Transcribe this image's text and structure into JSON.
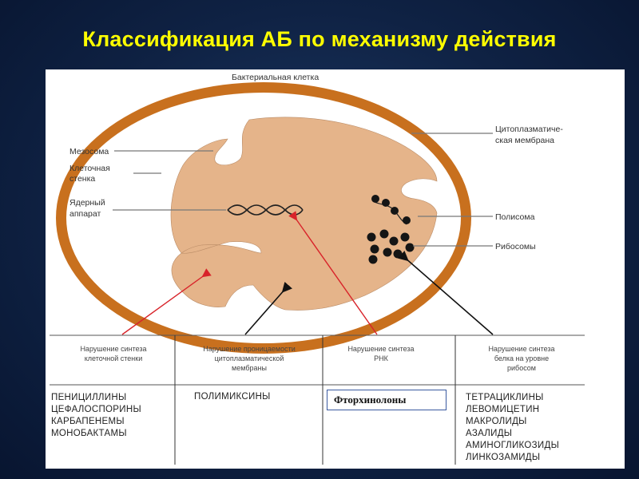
{
  "title": "Классификация АБ по механизму действия",
  "diagram": {
    "cell_title": "Бактериальная клетка",
    "labels": {
      "mesosome": "Мезосома",
      "cell_wall_1": "Клеточная",
      "cell_wall_2": "стенка",
      "nuclear_1": "Ядерный",
      "nuclear_2": "аппарат",
      "membrane_1": "Цитоплазматиче-",
      "membrane_2": "ская мембрана",
      "polysome": "Полисома",
      "ribosomes": "Рибосомы"
    },
    "colors": {
      "wall": "#c8701e",
      "cytoplasm": "#e5b48a",
      "arrow_red": "#d8232a",
      "arrow_black": "#111111"
    }
  },
  "columns": [
    {
      "heading": [
        "Нарушение синтеза",
        "клеточной стенки"
      ],
      "drugs": [
        "ПЕНИЦИЛЛИНЫ",
        "ЦЕФАЛОСПОРИНЫ",
        "КАРБАПЕНЕМЫ",
        "МОНОБАКТАМЫ"
      ]
    },
    {
      "heading": [
        "Нарушение проницаемости",
        "цитоплазматической",
        "мембраны"
      ],
      "drugs": [
        "ПОЛИМИКСИНЫ"
      ]
    },
    {
      "heading": [
        "Нарушение синтеза",
        "РНК"
      ],
      "drugs": [],
      "boxed": "Фторхинолоны"
    },
    {
      "heading": [
        "Нарушение синтеза",
        "белка на уровне",
        "рибосом"
      ],
      "drugs": [
        "ТЕТРАЦИКЛИНЫ",
        "ЛЕВОМИЦЕТИН",
        "МАКРОЛИДЫ",
        "АЗАЛИДЫ",
        "АМИНОГЛИКОЗИДЫ",
        "ЛИНКОЗАМИДЫ"
      ]
    }
  ]
}
